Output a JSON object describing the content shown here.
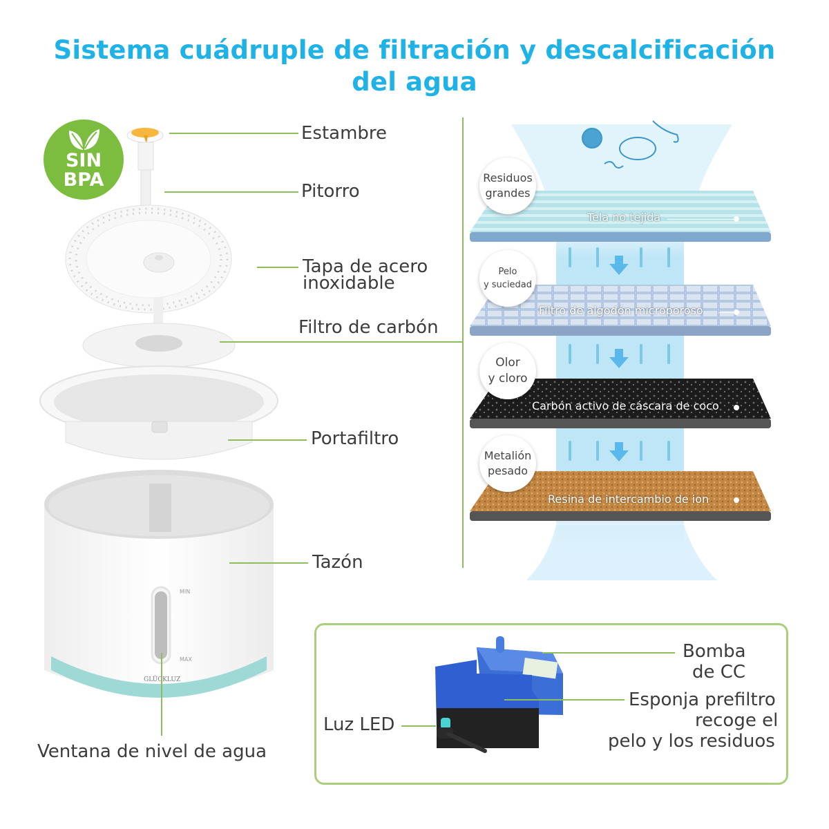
{
  "title": {
    "line1": "Sistema cuádruple de filtración y descalcificación",
    "line2": "del agua",
    "color": "#1fb2e6"
  },
  "badge": {
    "icon": "leaf-icon",
    "line1": "SIN",
    "line2": "BPA",
    "color": "#7cbd3f"
  },
  "parts": [
    {
      "id": "estambre",
      "label": "Estambre"
    },
    {
      "id": "pitorro",
      "label": "Pitorro"
    },
    {
      "id": "tapa",
      "label_line1": "Tapa de acero",
      "label_line2": "inoxidable"
    },
    {
      "id": "filtro-carbon",
      "label": "Filtro de carbón"
    },
    {
      "id": "portafiltro",
      "label": "Portafiltro"
    },
    {
      "id": "tazon",
      "label": "Tazón"
    },
    {
      "id": "ventana",
      "label": "Ventana de nivel de agua"
    }
  ],
  "bowl": {
    "brand": "GLÜCKLUZ",
    "marks": [
      "MIN",
      "MAX"
    ]
  },
  "filter_layers": [
    {
      "bubble_line1": "Residuos",
      "bubble_line2": "grandes",
      "label": "Tela no tejida",
      "color": "#a6dbe6"
    },
    {
      "bubble_line1": "Pelo",
      "bubble_line2": "y suciedad",
      "label": "Filtro de algodón microporoso",
      "color": "#a9bfdc"
    },
    {
      "bubble_line1": "Olor",
      "bubble_line2": "y cloro",
      "label": "Carbón activo de cáscara de coco",
      "color": "#1d1d1d"
    },
    {
      "bubble_line1": "Metalión",
      "bubble_line2": "pesado",
      "label": "Resina de intercambio de ion",
      "color": "#c48a48"
    }
  ],
  "pump_panel": {
    "pump_line1": "Bomba",
    "pump_line2": "de CC",
    "sponge_line1": "Esponja prefiltro",
    "sponge_line2": "recoge el",
    "sponge_line3": "pelo y los residuos",
    "led": "Luz LED"
  },
  "colors": {
    "leader": "#8cbf5a",
    "water": "#bfe6f7",
    "arrow": "#5bb8ea"
  }
}
